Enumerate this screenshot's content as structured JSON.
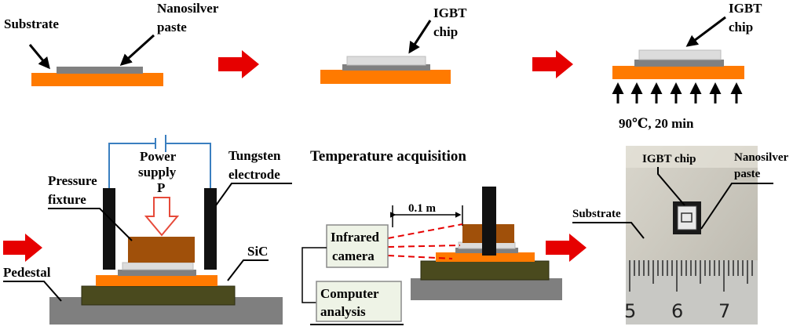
{
  "labels": {
    "substrate": "Substrate",
    "nanosilver_1": "Nanosilver",
    "nanosilver_2": "paste",
    "igbt_1": "IGBT",
    "igbt_2": "chip",
    "igbt_b_1": "IGBT",
    "igbt_b_2": "chip",
    "sinter_condition": "90℃, 20 min",
    "power_1": "Power",
    "power_2": "supply",
    "power_3": "P",
    "tungsten_1": "Tungsten",
    "tungsten_2": "electrode",
    "pressure_1": "Pressure",
    "pressure_2": "fixture",
    "sic": "SiC",
    "pedestal": "Pedestal",
    "temp_acq": "Temperature  acquisition",
    "distance": "0.1 m",
    "infrared_1": "Infrared",
    "infrared_2": "camera",
    "computer_1": "Computer",
    "computer_2": "analysis",
    "photo_igbt": "IGBT chip",
    "photo_nano_1": "Nanosilver",
    "photo_nano_2": "paste",
    "photo_substrate": "Substrate",
    "ruler_5": "5",
    "ruler_6": "6",
    "ruler_7": "7"
  },
  "colors": {
    "substrate": "#ff7a00",
    "paste": "#808080",
    "chip": "#dcdcdc",
    "arrow": "#e60000",
    "fixture": "#a0500a",
    "sic_block": "#4a4a1e",
    "pedestal": "#7f7f7f",
    "wire": "#3a7fc0",
    "box_fill": "#eef3e6",
    "laser": "#e60000"
  }
}
